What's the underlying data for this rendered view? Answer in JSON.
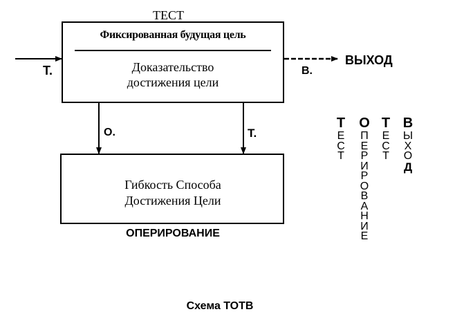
{
  "diagram": {
    "test_title": "ТЕСТ",
    "top_box": {
      "title": "Фиксированная будущая цель",
      "line1": "Доказательство",
      "line2": "достижения цели"
    },
    "bottom_box": {
      "line1": "Гибкость Способа",
      "line2": "Достижения Цели"
    },
    "operating_label": "ОПЕРИРОВАНИЕ",
    "output_label": "ВЫХОД",
    "caption": "Схема ТОТВ",
    "arrow_labels": {
      "input": "Т.",
      "output": "В.",
      "left_down": "О.",
      "right_down": "Т."
    }
  },
  "legend": {
    "test": {
      "big": "Т",
      "rest": [
        "Е",
        "С",
        "Т"
      ]
    },
    "operate": {
      "big": "О",
      "rest": [
        "П",
        "Е",
        "Р",
        "И",
        "Р",
        "О",
        "В",
        "А",
        "Н",
        "И",
        "Е"
      ]
    },
    "test2": {
      "big": "Т",
      "rest": [
        "Е",
        "С",
        "Т"
      ]
    },
    "exit": {
      "big": "В",
      "rest": [
        "Ы",
        "Х",
        "О",
        "Д"
      ]
    }
  },
  "colors": {
    "ink": "#000000",
    "paper": "#ffffff"
  }
}
